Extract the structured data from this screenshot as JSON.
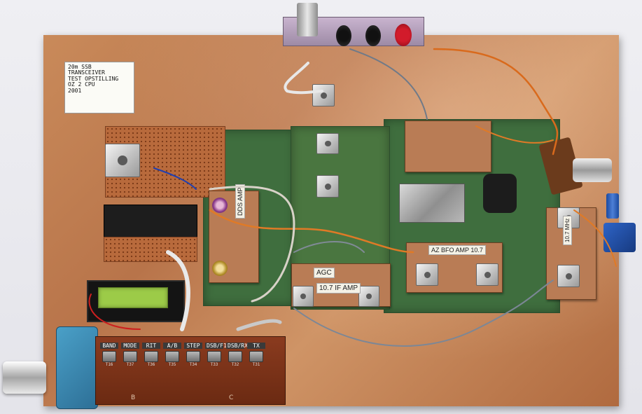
{
  "note_card": {
    "lines": [
      "20m SSB",
      "TRANSCEIVER",
      "TEST OPSTILLING",
      "OZ 2 CPU",
      "2001"
    ]
  },
  "module_labels": {
    "dds_amp": "DDS AMP",
    "agc": "AGC",
    "if_amp": "10.7 IF AMP",
    "bfo_amp": "AZ BFO AMP 10.7",
    "right_module": "10.7 MHz"
  },
  "keypad": {
    "keys": [
      {
        "label": "BAND",
        "num": "T16"
      },
      {
        "label": "MODE",
        "num": "T37"
      },
      {
        "label": "RIT",
        "num": "T36"
      },
      {
        "label": "A/B",
        "num": "T35"
      },
      {
        "label": "STEP",
        "num": "T34"
      },
      {
        "label": "DSB/F1",
        "num": "T33"
      },
      {
        "label": "DSB/RX",
        "num": "T32"
      },
      {
        "label": "TX",
        "num": "T31"
      }
    ],
    "silk": [
      "B",
      "C"
    ]
  },
  "colors": {
    "copper": "#c07e52",
    "pcb_green": "#3f6e3e",
    "lcd_green": "#9ccb48",
    "knob_blue": "#3f8fb8"
  },
  "icons": [
    "bnc-connector-icon",
    "banana-jack-icon",
    "rotary-knob-icon",
    "potentiometer-icon",
    "lcd-display-icon"
  ]
}
